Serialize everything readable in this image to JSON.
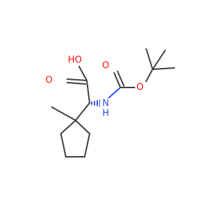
{
  "molecule": {
    "atoms": {
      "hydroxyl_label": "HO",
      "carbonyl_acid_o_label": "O",
      "amide_n_label": "N",
      "amide_h_label": "H",
      "carbamate_carbonyl_o_label": "O",
      "carbamate_ester_o_label": "O"
    },
    "colors": {
      "bond": "#404040",
      "oxygen": "#ff0d0d",
      "nitrogen": "#3050f8",
      "background": "#ffffff"
    },
    "features": [
      "carboxylic-acid",
      "carbamate-boc",
      "tert-butyl",
      "cyclopentane-ring",
      "methyl",
      "stereo-hash-bond"
    ]
  }
}
